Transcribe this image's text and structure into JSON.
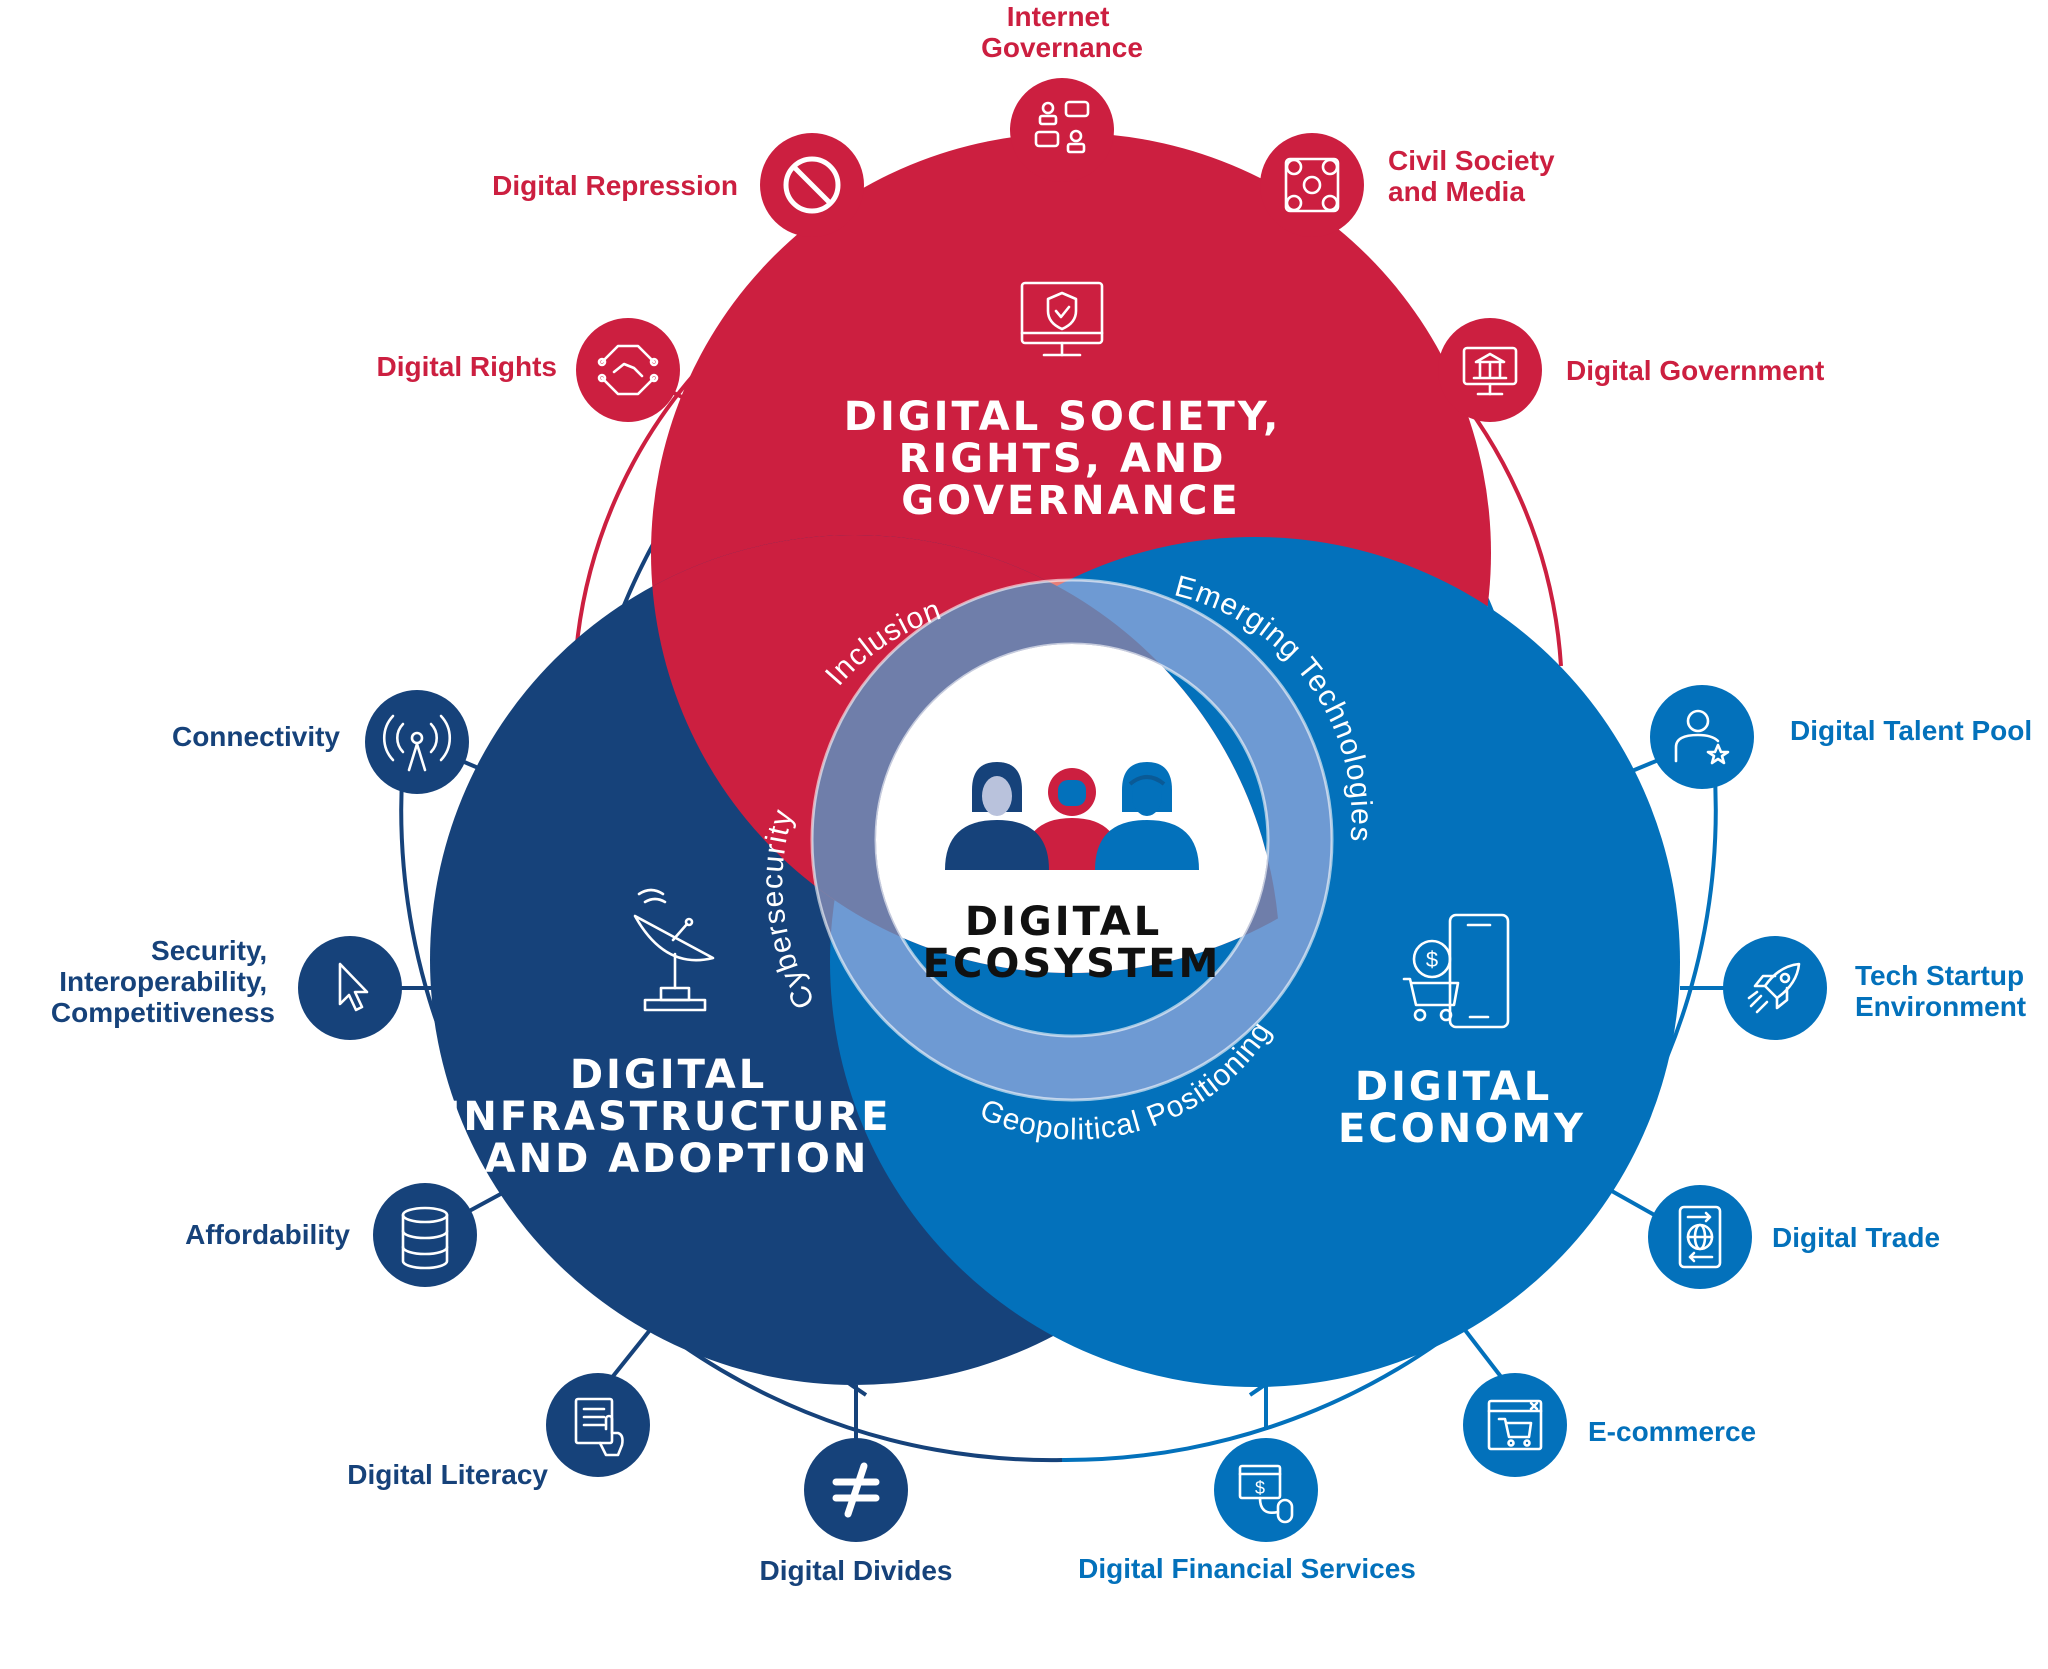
{
  "colors": {
    "red": "#cc1f40",
    "navy": "#16427a",
    "blue": "#0371bb",
    "ring_red": "#e77e78",
    "ring_navy": "#6f7eaa",
    "ring_blue": "#6e9ad3"
  },
  "pillars": {
    "society": "DIGITAL SOCIETY, RIGHTS, AND GOVERNANCE",
    "society_lines": [
      "DIGITAL SOCIETY,",
      "RIGHTS, AND",
      "GOVERNANCE"
    ],
    "infrastructure_lines": [
      "DIGITAL",
      "INFRASTRUCTURE",
      "AND ADOPTION"
    ],
    "economy_lines": [
      "DIGITAL",
      "ECONOMY"
    ]
  },
  "center": {
    "lines": [
      "DIGITAL",
      "ECOSYSTEM"
    ]
  },
  "cross_cutting": {
    "inclusion": "Inclusion",
    "emerging": "Emerging Technologies",
    "cybersecurity": "Cybersecurity",
    "geopolitical": "Geopolitical Positioning"
  },
  "nodes": {
    "internet_governance": {
      "lines": [
        "Internet",
        "Governance"
      ],
      "icon": "chat-people-icon"
    },
    "civil_society": {
      "lines": [
        "Civil Society",
        "and Media"
      ],
      "icon": "network-people-icon"
    },
    "digital_repression": {
      "lines": [
        "Digital Repression"
      ],
      "icon": "prohibited-icon"
    },
    "digital_rights": {
      "lines": [
        "Digital Rights"
      ],
      "icon": "circuit-handshake-icon"
    },
    "digital_government": {
      "lines": [
        "Digital Government"
      ],
      "icon": "government-building-icon"
    },
    "connectivity": {
      "lines": [
        "Connectivity"
      ],
      "icon": "antenna-signal-icon"
    },
    "security": {
      "lines": [
        "Security,",
        "Interoperability,",
        "Competitiveness"
      ],
      "icon": "cursor-pointer-icon"
    },
    "affordability": {
      "lines": [
        "Affordability"
      ],
      "icon": "coin-stack-icon"
    },
    "digital_literacy": {
      "lines": [
        "Digital Literacy"
      ],
      "icon": "document-touch-icon"
    },
    "digital_divides": {
      "lines": [
        "Digital Divides"
      ],
      "icon": "not-equal-icon"
    },
    "digital_financial_services": {
      "lines": [
        "Digital Financial Services"
      ],
      "icon": "online-payment-icon"
    },
    "ecommerce": {
      "lines": [
        "E-commerce"
      ],
      "icon": "shopping-cart-window-icon"
    },
    "digital_trade": {
      "lines": [
        "Digital Trade"
      ],
      "icon": "tablet-globe-icon"
    },
    "tech_startup": {
      "lines": [
        "Tech Startup",
        "Environment"
      ],
      "icon": "rocket-icon"
    },
    "digital_talent": {
      "lines": [
        "Digital Talent Pool"
      ],
      "icon": "person-star-icon"
    }
  }
}
